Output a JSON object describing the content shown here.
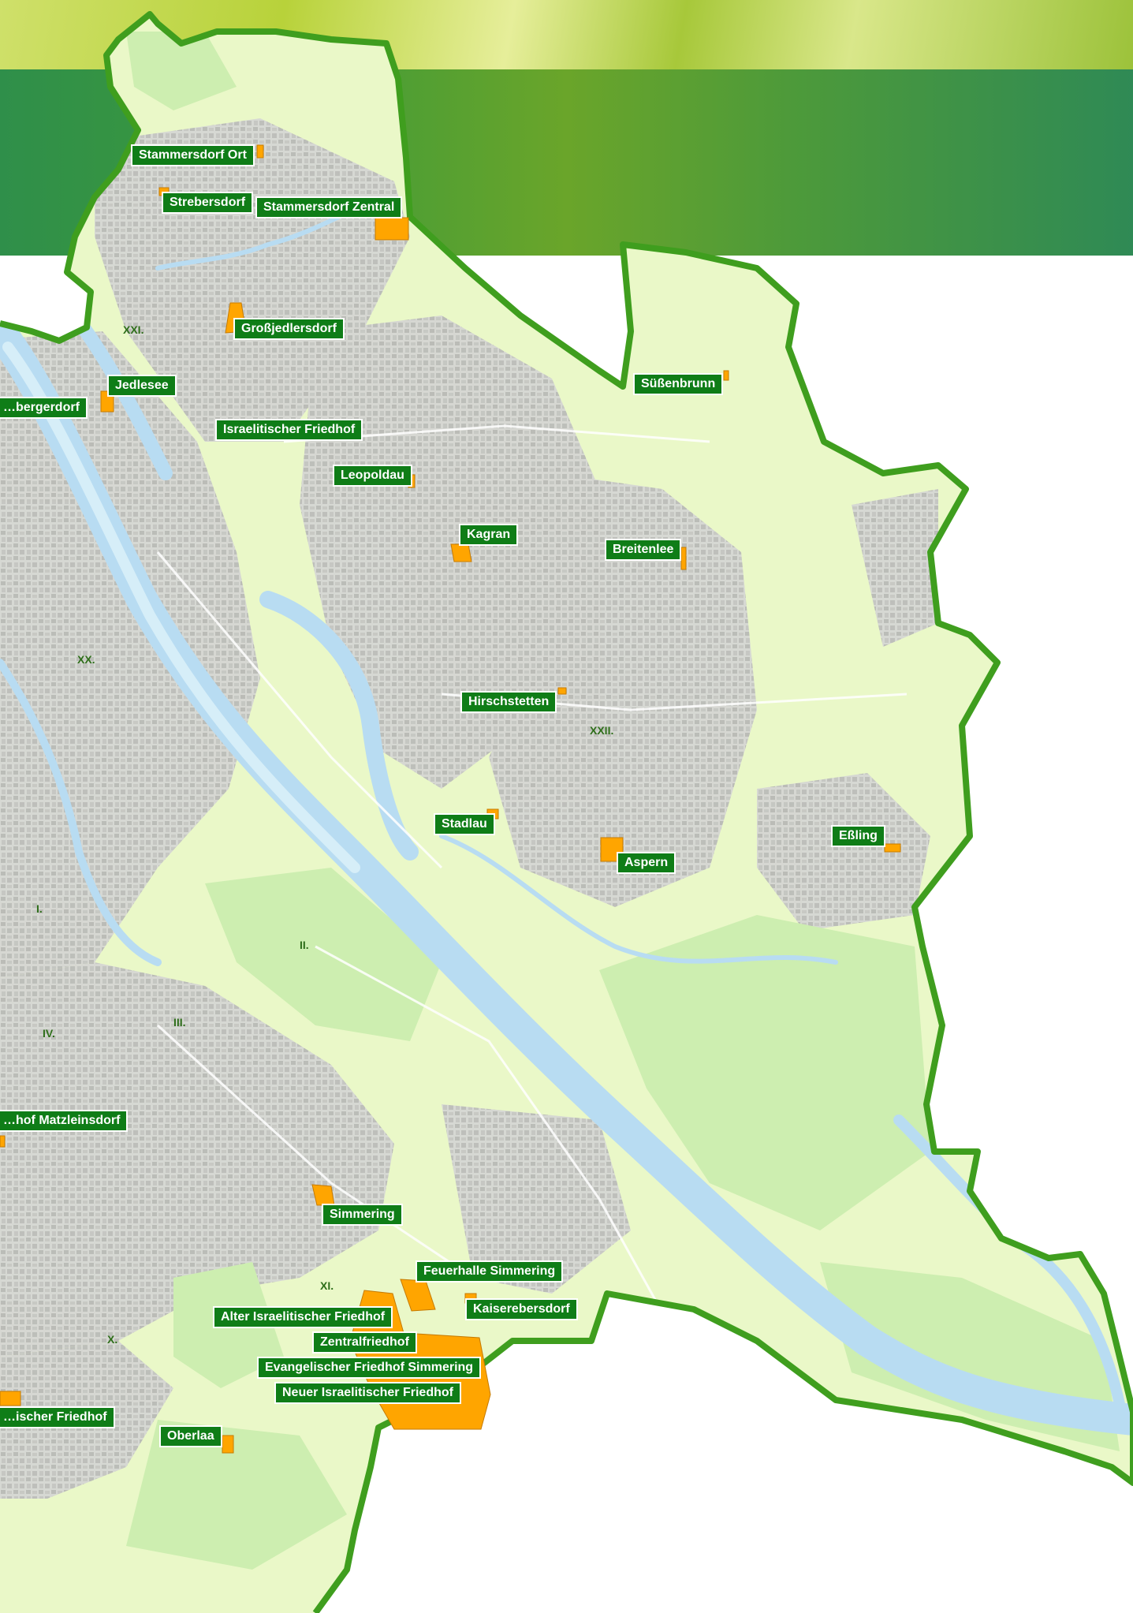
{
  "map": {
    "colors": {
      "land": "#eaf8c8",
      "boundary": "#3f9e1e",
      "river": "#b8dcf2",
      "blocks": "#bdbdbd",
      "park": "#cfefb0",
      "cemetery": "#ffa500",
      "label_bg": "#0f7d17"
    },
    "cemeteries": [
      {
        "name": "Stammersdorf Ort"
      },
      {
        "name": "Strebersdorf"
      },
      {
        "name": "Stammersdorf Zentral"
      },
      {
        "name": "Großjedlersdorf"
      },
      {
        "name": "Jedlesee"
      },
      {
        "name": "…bergerdorf"
      },
      {
        "name": "Israelitischer Friedhof"
      },
      {
        "name": "Leopoldau"
      },
      {
        "name": "Süßenbrunn"
      },
      {
        "name": "Kagran"
      },
      {
        "name": "Breitenlee"
      },
      {
        "name": "Hirschstetten"
      },
      {
        "name": "Stadlau"
      },
      {
        "name": "Aspern"
      },
      {
        "name": "Eßling"
      },
      {
        "name": "…hof Matzleinsdorf"
      },
      {
        "name": "Simmering"
      },
      {
        "name": "Feuerhalle Simmering"
      },
      {
        "name": "Kaiserebersdorf"
      },
      {
        "name": "Alter Israelitischer Friedhof"
      },
      {
        "name": "Zentralfriedhof"
      },
      {
        "name": "Evangelischer Friedhof Simmering"
      },
      {
        "name": "Neuer Israelitischer Friedhof"
      },
      {
        "name": "…ischer Friedhof"
      },
      {
        "name": "Oberlaa"
      }
    ],
    "districts": [
      "XXI.",
      "XX.",
      "XXII.",
      "II.",
      "I.",
      "IV.",
      "III.",
      "XI.",
      "X."
    ]
  }
}
